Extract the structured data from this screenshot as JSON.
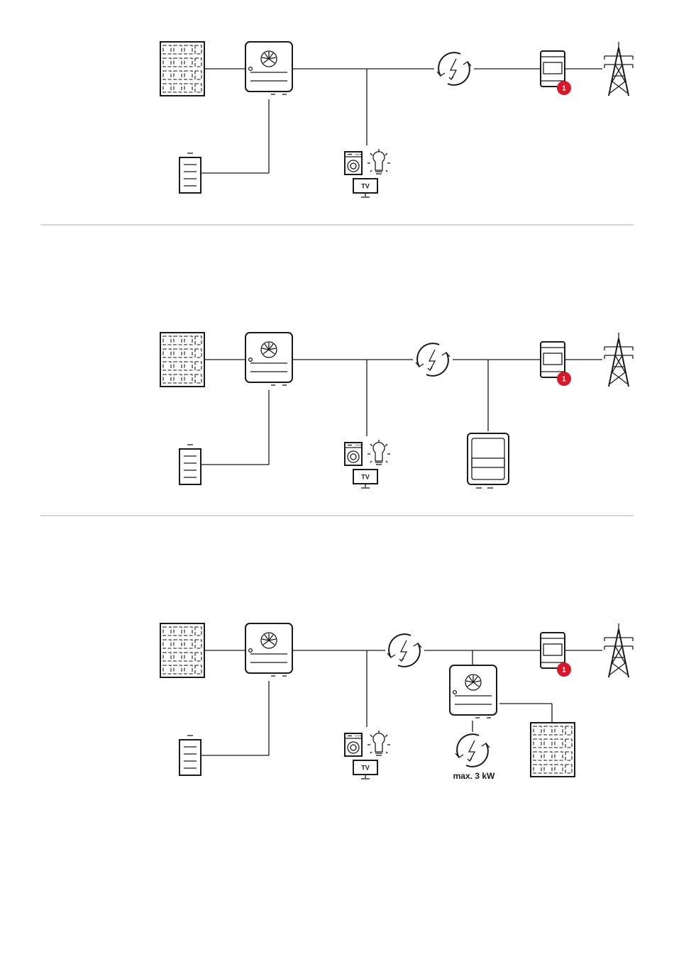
{
  "diagrams": [
    {
      "id": "system-1"
    },
    {
      "id": "system-2"
    },
    {
      "id": "system-3"
    }
  ],
  "meter_badge": "1",
  "tv_label": "TV",
  "limit_label": "max. 3 kW",
  "colors": {
    "line": "#1a1a1a",
    "badge": "#d7182a",
    "separator": "#c8c8c8"
  },
  "icons": [
    "solar-panel-icon",
    "inverter-icon",
    "battery-icon",
    "household-loads-icon",
    "grid-exchange-icon",
    "energy-meter-icon",
    "power-pylon-icon",
    "smart-meter-device-icon"
  ]
}
